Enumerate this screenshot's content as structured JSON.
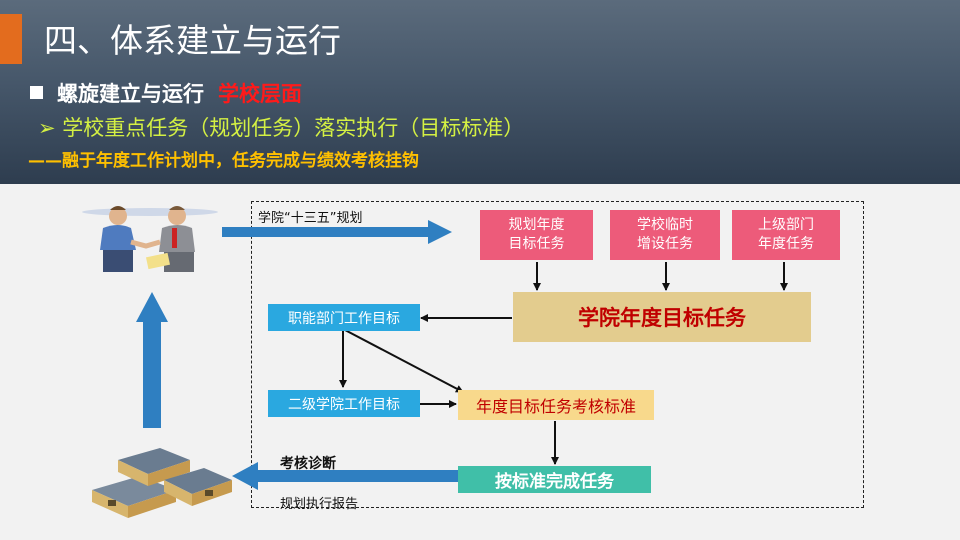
{
  "title": "四、体系建立与运行",
  "line1": {
    "text": "螺旋建立与运行",
    "highlight": "学校层面"
  },
  "line2": "➢ 学校重点任务（规划任务）落实执行（目标标准）",
  "line3": "——融于年度工作计划中，任务完成与绩效考核挂钩",
  "diagram": {
    "plan_label": "学院“十三五”规划",
    "box_plan_annual": "规划年度\n目标任务",
    "box_school_temp": "学校临时\n增设任务",
    "box_upper_dept": "上级部门\n年度任务",
    "box_annual_main": "学院年度目标任务",
    "box_func_dept": "职能部门工作目标",
    "box_secondary": "二级学院工作目标",
    "box_assess_std": "年度目标任务考核标准",
    "box_complete": "按标准完成任务",
    "label_assess": "考核诊断",
    "label_report": "规划执行报告"
  },
  "icons": [
    "handshake-icon",
    "campus-buildings-icon"
  ]
}
